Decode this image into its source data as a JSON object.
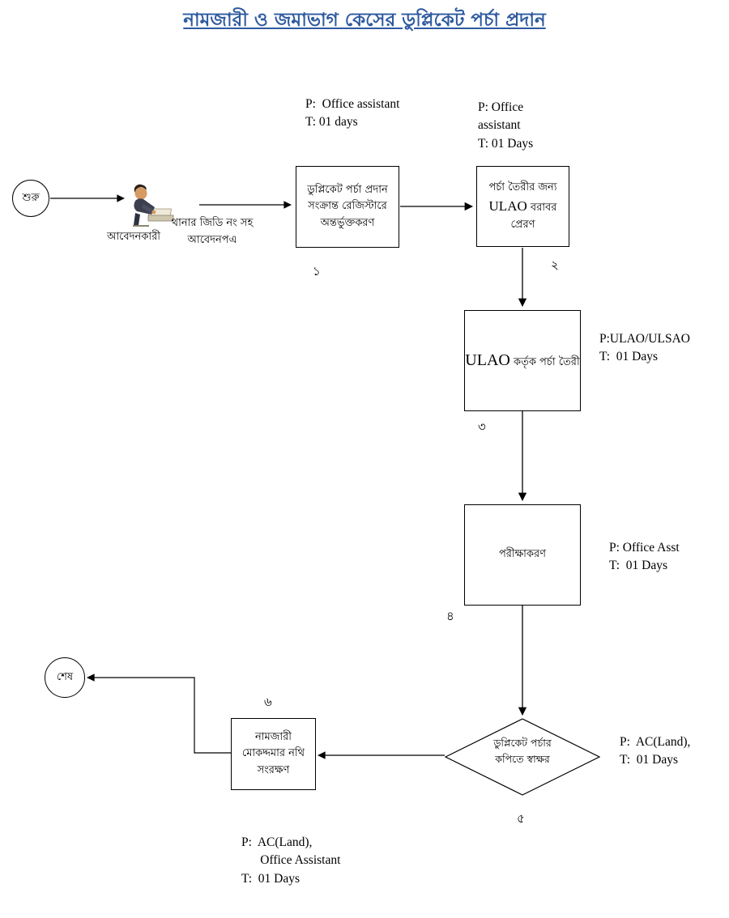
{
  "title": "নামজারী ও জমাভাগ কেসের ডুপ্লিকেট পর্চা প্রদান",
  "colors": {
    "title": "#2e5aa0",
    "line": "#000000"
  },
  "start_label": "শুরু",
  "end_label": "শেষ",
  "applicant": {
    "label": "আবেদনকারী",
    "note": "থানার জিডি নং সহ\nআবেদনপএ"
  },
  "step1": {
    "text": "ডুপ্লিকেট পর্চা প্রদান\nসংক্রান্ত রেজিস্টারে\nঅন্তর্ভুক্তকরণ",
    "number": "১",
    "annotation": "P:  Office assistant\nT: 01 days"
  },
  "step2": {
    "line1": "পর্চা তৈরীর জন্য",
    "line2_en": "ULAO",
    "line2_bn": " বরাবর",
    "line3": "প্রেরণ",
    "number": "২",
    "annotation": "P: Office\nassistant\nT: 01 Days"
  },
  "step3": {
    "en": "ULAO",
    "bn": " কর্তৃক পর্চা তৈরী",
    "number": "৩",
    "annotation": "P:ULAO/ULSAO\nT:  01 Days"
  },
  "step4": {
    "text": "পরীক্ষাকরণ",
    "number": "৪",
    "annotation": "P: Office Asst\nT:  01 Days"
  },
  "step5": {
    "text": "ডুপ্লিকেট পর্চার\nকপিতে স্বাক্ষর",
    "number": "৫",
    "annotation": "P:  AC(Land),\nT:  01 Days"
  },
  "step6": {
    "text": "নামজারী\nমোকদ্দমার নথি\nসংরক্ষণ",
    "number": "৬",
    "annotation": "P:  AC(Land),\n      Office Assistant\nT:  01 Days"
  }
}
